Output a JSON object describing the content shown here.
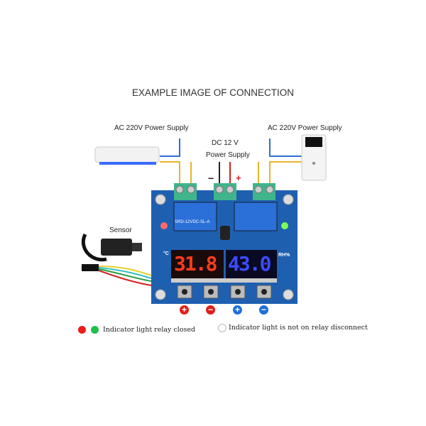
{
  "title": "EXAMPLE IMAGE OF CONNECTION",
  "labels": {
    "ac_left": "AC 220V Power Supply",
    "ac_right": "AC 220V Power Supply",
    "dc_line1": "DC 12 V",
    "dc_line2": "Power Supply",
    "minus": "−",
    "plus": "+",
    "sensor": "Sensor"
  },
  "board": {
    "temp_display": "31.8",
    "humidity_display": "43.0",
    "temp_unit": "°C",
    "humidity_unit": "RH%",
    "relay_text": "SRD-12VDC-SL-A",
    "temp_color": "#ff3b1f",
    "humidity_color": "#3d4bff",
    "board_color": "#1f5fb0"
  },
  "buttons": [
    {
      "symbol": "+",
      "color": "#e0201c"
    },
    {
      "symbol": "−",
      "color": "#e0201c"
    },
    {
      "symbol": "+",
      "color": "#1f6fd6"
    },
    {
      "symbol": "−",
      "color": "#1f6fd6"
    }
  ],
  "legend": {
    "closed": "Indicator light relay closed",
    "open": "Indicator light is not on  relay disconnect",
    "red": "#ee1b1b",
    "green": "#1fbf4a"
  }
}
